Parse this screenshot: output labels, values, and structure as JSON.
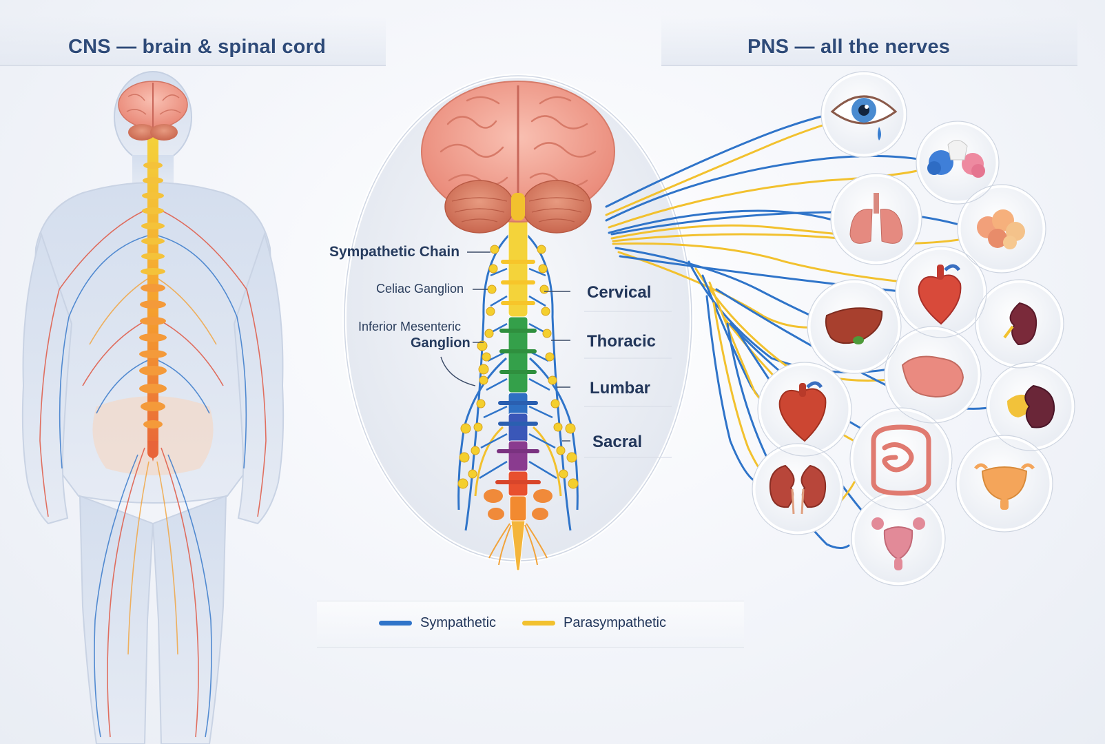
{
  "headers": {
    "cns": "CNS — brain & spinal cord",
    "pns": "PNS — all the nerves"
  },
  "labels": {
    "sympathetic_chain": "Sympathetic Chain",
    "celiac_ganglion": "Celiac Ganglion",
    "inferior_mesenteric_line1": "Inferior Mesenteric",
    "inferior_mesenteric_line2": "Ganglion",
    "cervical": "Cervical",
    "thoracic": "Thoracic",
    "lumbar": "Lumbar",
    "sacral": "Sacral"
  },
  "legend": {
    "sympathetic": "Sympathetic",
    "parasympathetic": "Parasympathetic"
  },
  "colors": {
    "sympathetic": "#2f74c9",
    "parasympathetic": "#f2c12e",
    "cervical": "#f4d33a",
    "thoracic": "#34a04a",
    "lumbar": "#2e6fc2",
    "sacral": "#8a3b8f",
    "coccygeal": "#e8502e",
    "brain": "#f2a08f",
    "title": "#2e4a78"
  },
  "organs": [
    {
      "icon": "eye-icon"
    },
    {
      "icon": "salivary-glands-icon"
    },
    {
      "icon": "lungs-icon"
    },
    {
      "icon": "pancreas-icon"
    },
    {
      "icon": "heart-icon"
    },
    {
      "icon": "liver-icon"
    },
    {
      "icon": "kidney-icon"
    },
    {
      "icon": "stomach-icon"
    },
    {
      "icon": "heart-icon"
    },
    {
      "icon": "spleen-kidney-icon"
    },
    {
      "icon": "intestines-icon"
    },
    {
      "icon": "kidneys-icon"
    },
    {
      "icon": "bladder-icon"
    },
    {
      "icon": "uterus-icon"
    }
  ]
}
